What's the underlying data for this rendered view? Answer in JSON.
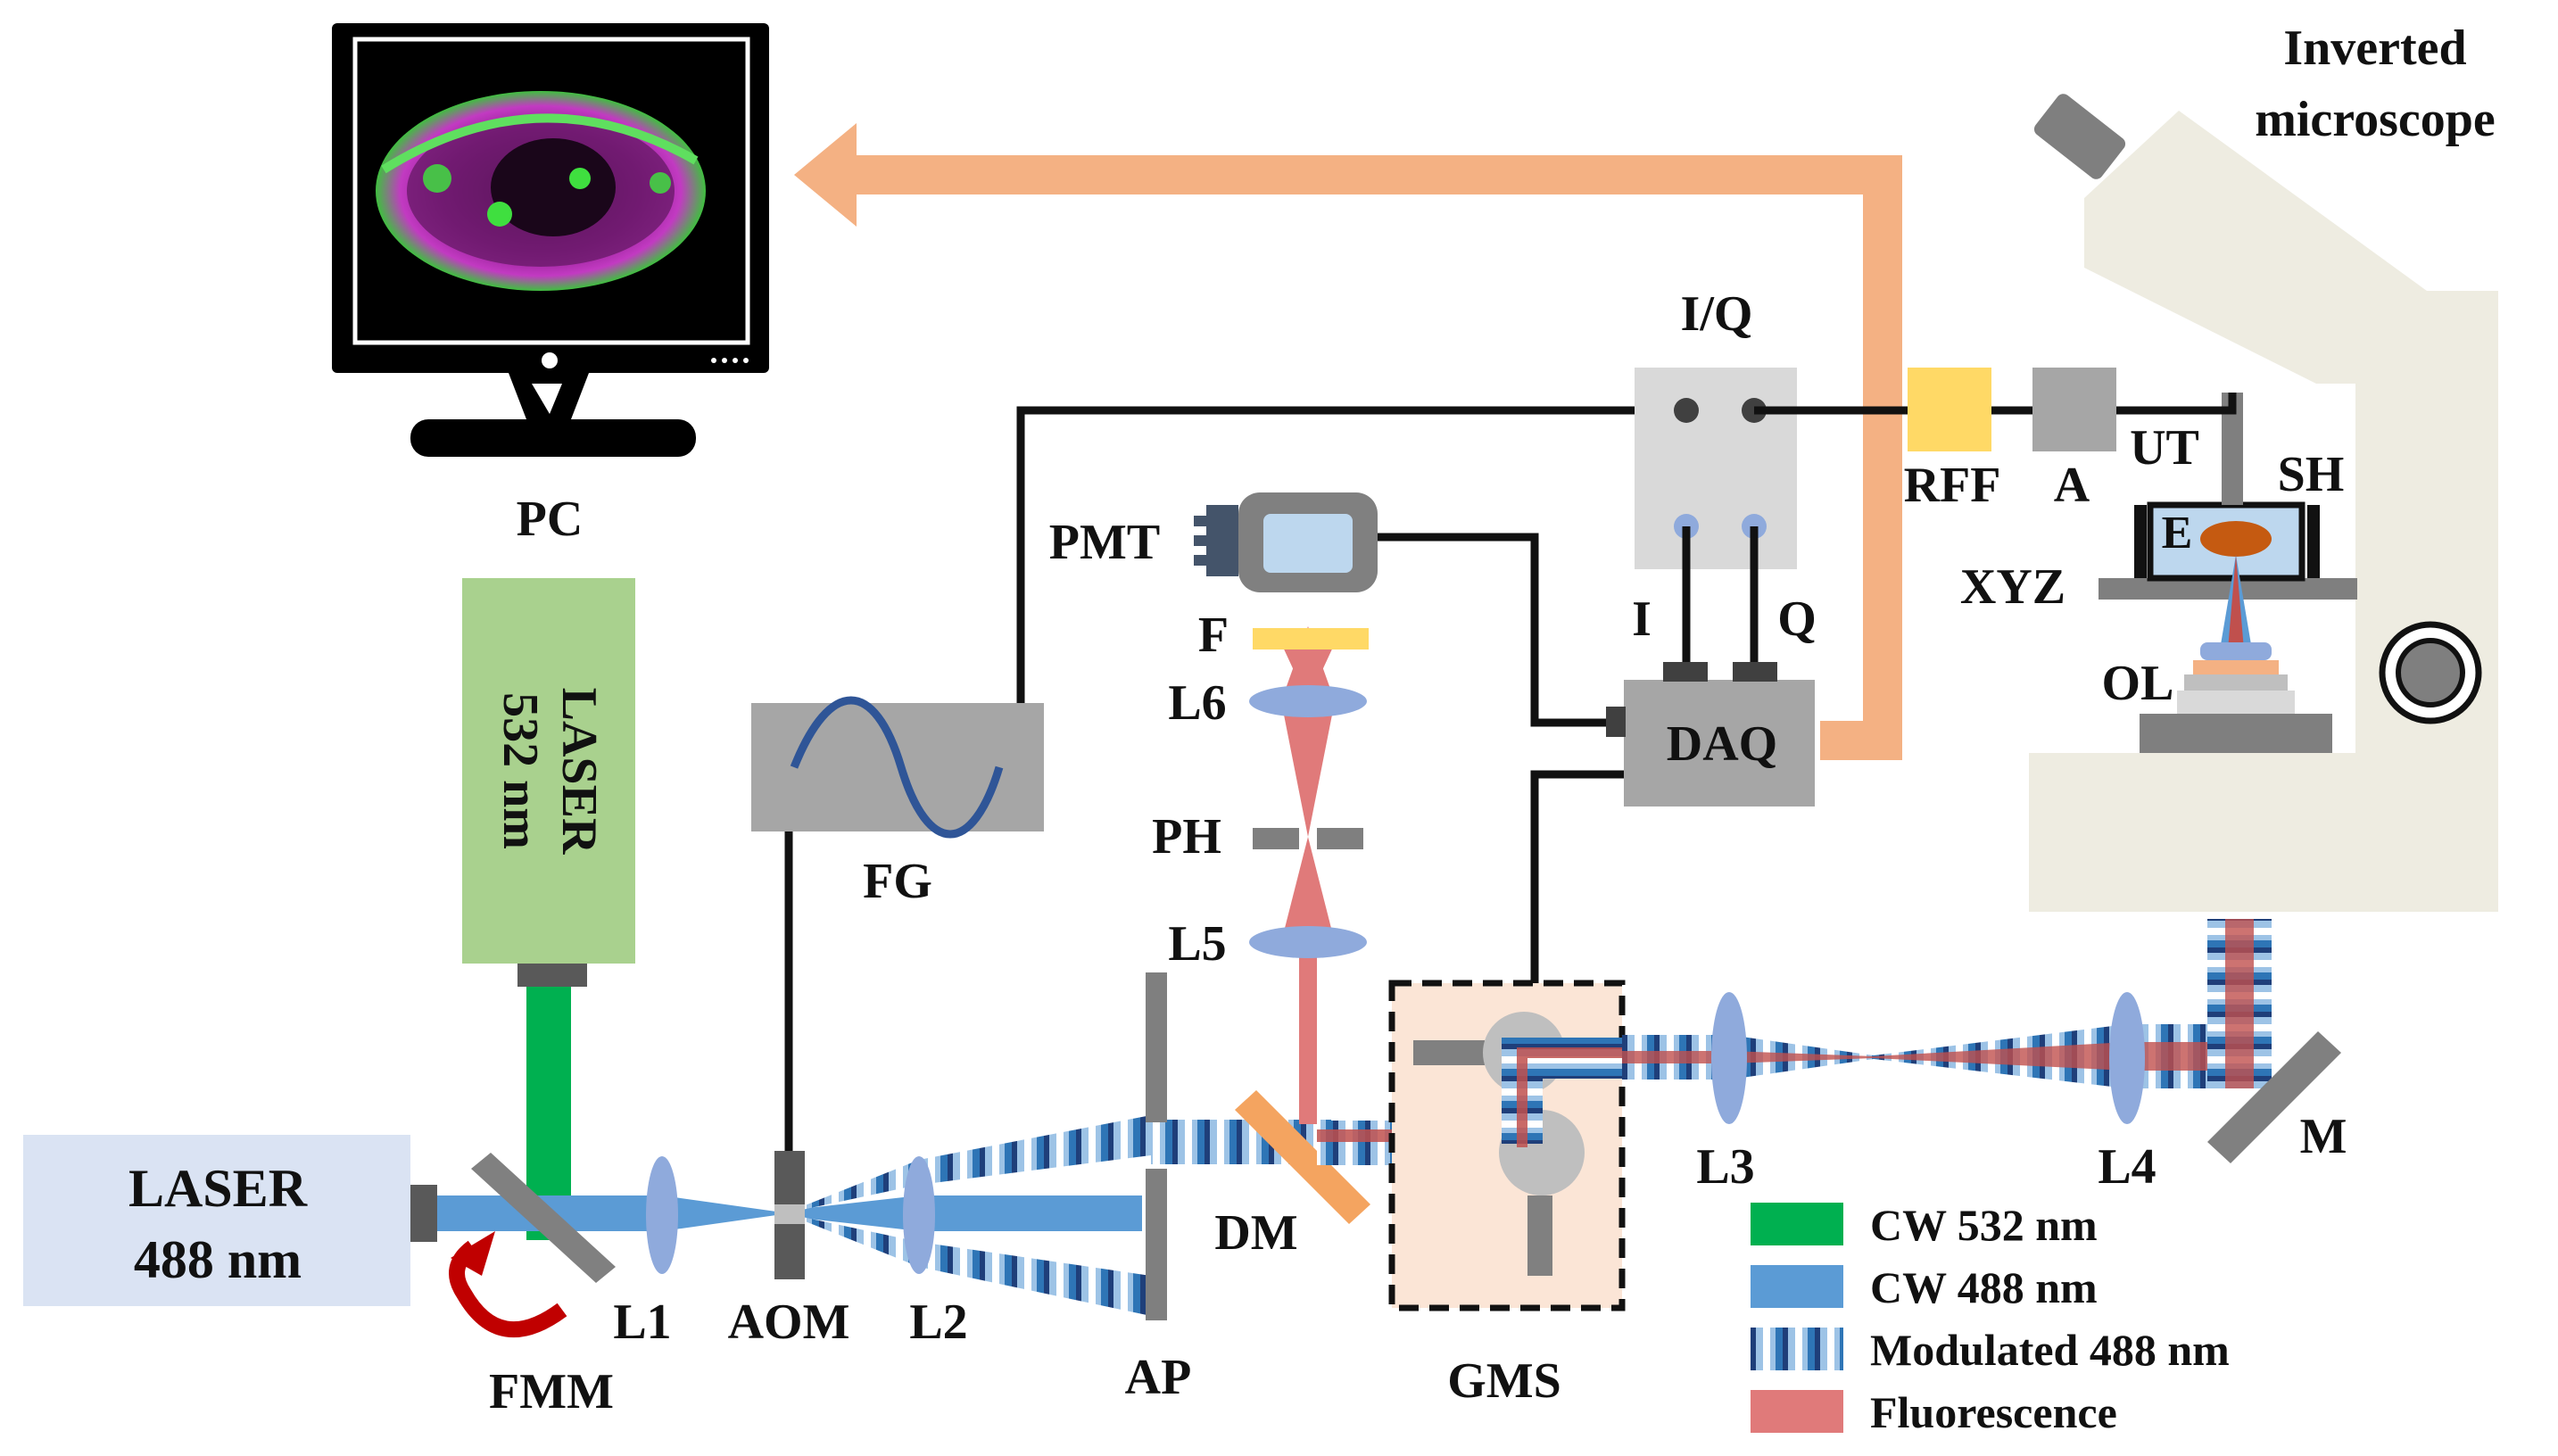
{
  "labels": {
    "pc": "PC",
    "laser532_line1": "LASER",
    "laser532_line2": "532 nm",
    "laser488_line1": "LASER",
    "laser488_line2": "488 nm",
    "fmm": "FMM",
    "l1": "L1",
    "aom": "AOM",
    "l2": "L2",
    "ap": "AP",
    "fg": "FG",
    "dm": "DM",
    "gms": "GMS",
    "l3": "L3",
    "l4": "L4",
    "m": "M",
    "pmt": "PMT",
    "f": "F",
    "l6": "L6",
    "ph": "PH",
    "l5": "L5",
    "iq": "I/Q",
    "i": "I",
    "q": "Q",
    "daq": "DAQ",
    "rff": "RFF",
    "a": "A",
    "ut": "UT",
    "sh": "SH",
    "e": "E",
    "xyz": "XYZ",
    "ol": "OL",
    "microscope_line1": "Inverted",
    "microscope_line2": "microscope"
  },
  "legend": [
    {
      "label": "CW 532 nm",
      "color": "#00b050",
      "style": "solid"
    },
    {
      "label": "CW 488 nm",
      "color": "#5b9bd5",
      "style": "solid"
    },
    {
      "label": "Modulated 488 nm",
      "color": "#1f3f7a",
      "style": "striped"
    },
    {
      "label": "Fluorescence",
      "color": "#e07a7a",
      "style": "solid"
    }
  ],
  "colors": {
    "beam_532": "#00b050",
    "beam_488": "#5b9bd5",
    "fluorescence": "#e07a7a",
    "data_arrow": "#f4b183",
    "laser532_body": "#a9d18e",
    "laser488_body": "#dae3f3",
    "lens": "#8faadc",
    "filter": "#ffd966",
    "rff_box": "#ffd966",
    "dichroic": "#f4a460",
    "gms_box": "#fbe5d6",
    "microscope": "#eeece1",
    "device_gray": "#a6a6a6",
    "dark_gray": "#7f7f7f",
    "fmm_arrow": "#c00000",
    "sample": "#c55a11",
    "fg_wave": "#2f5597"
  },
  "icons": {
    "monitor": "monitor-icon",
    "sine_wave": "sine-wave-icon",
    "flip_arrow": "curved-arrow-icon"
  }
}
